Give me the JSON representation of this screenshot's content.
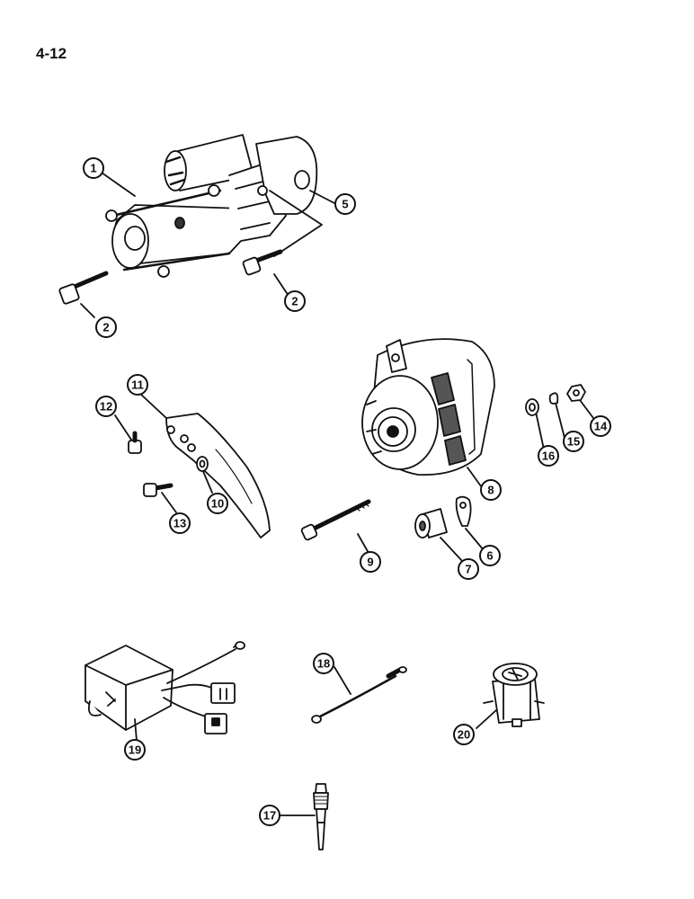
{
  "page_number": "4-12",
  "callouts": [
    "1",
    "2",
    "2",
    "5",
    "11",
    "12",
    "10",
    "13",
    "8",
    "14",
    "15",
    "16",
    "9",
    "7",
    "6",
    "18",
    "19",
    "20",
    "17"
  ],
  "parts": [
    {
      "icon": "starter-motor-icon"
    },
    {
      "icon": "bolt-icon"
    },
    {
      "icon": "mounting-flange-icon"
    },
    {
      "icon": "alternator-icon"
    },
    {
      "icon": "adjusting-bracket-icon"
    },
    {
      "icon": "washer-icon"
    },
    {
      "icon": "nut-icon"
    },
    {
      "icon": "long-bolt-icon"
    },
    {
      "icon": "spacer-icon"
    },
    {
      "icon": "ring-terminal-icon"
    },
    {
      "icon": "ground-cable-icon"
    },
    {
      "icon": "controller-module-icon"
    },
    {
      "icon": "solenoid-icon"
    },
    {
      "icon": "glow-plug-icon"
    }
  ]
}
